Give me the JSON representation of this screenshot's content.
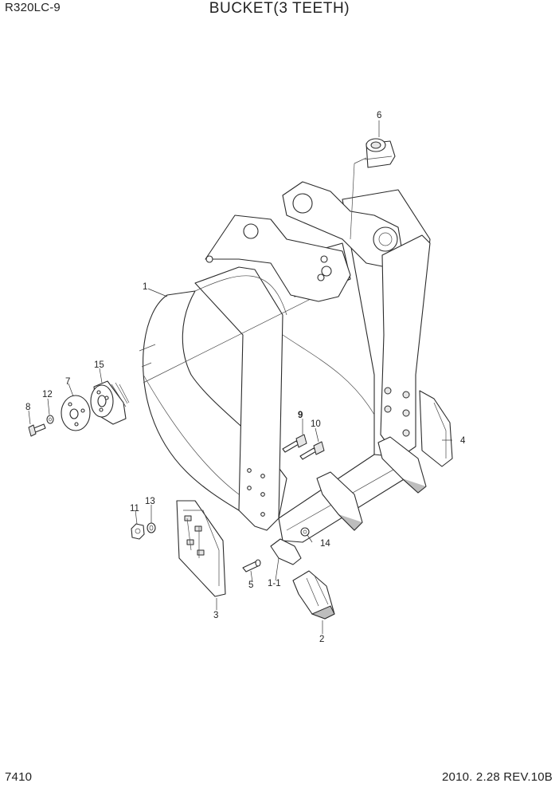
{
  "header": {
    "model": "R320LC-9",
    "title": "BUCKET(3 TEETH)"
  },
  "footer": {
    "page_number": "7410",
    "revision": "2010. 2.28  REV.10B"
  },
  "callouts": {
    "c1": "1",
    "c1_1": "1-1",
    "c2": "2",
    "c3": "3",
    "c4": "4",
    "c5": "5",
    "c6": "6",
    "c7": "7",
    "c8": "8",
    "c9": "9",
    "c10": "10",
    "c11": "11",
    "c12": "12",
    "c13": "13",
    "c14": "14",
    "c15": "15"
  }
}
